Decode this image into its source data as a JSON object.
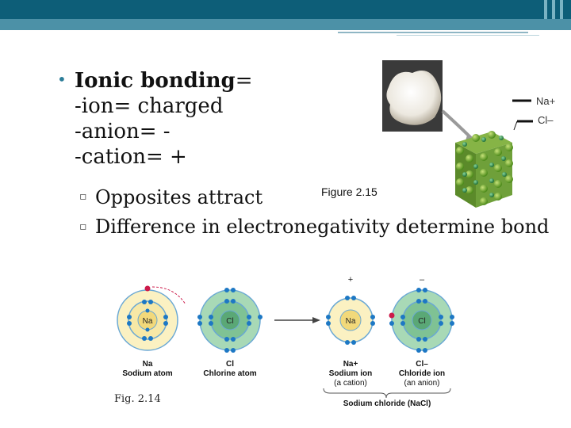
{
  "slide": {
    "bullet_main_bold": "Ionic bonding",
    "bullet_main_rest": "=",
    "line_ion": "-ion= charged",
    "line_anion": "-anion= -",
    "line_cation": "-cation= +",
    "sub1": "Opposites attract",
    "sub2": "Difference in electronegativity determine bond",
    "bullet_glyph": "•",
    "sub_glyph": "▫"
  },
  "figure_215": {
    "caption": "Figure 2.15",
    "legend_na": "Na+",
    "legend_cl": "Cl–"
  },
  "figure_214": {
    "caption": "Fig. 2.14",
    "na_symbol": "Na",
    "cl_symbol": "Cl",
    "na_atom_symbol": "Na",
    "na_atom_name": "Sodium atom",
    "cl_atom_symbol": "Cl",
    "cl_atom_name": "Chlorine atom",
    "na_ion_symbol": "Na+",
    "na_ion_name": "Sodium ion",
    "na_ion_note": "(a cation)",
    "cl_ion_symbol": "Cl–",
    "cl_ion_name": "Chloride ion",
    "cl_ion_note": "(an anion)",
    "plus_sign": "+",
    "minus_sign": "–",
    "compound_label": "Sodium chloride (NaCl)"
  }
}
